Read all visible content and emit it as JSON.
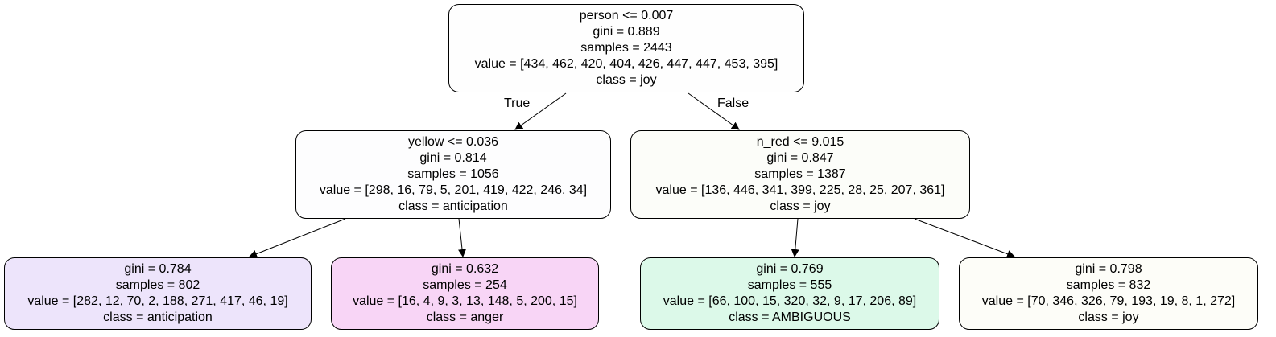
{
  "tree": {
    "root": {
      "split": "person <= 0.007",
      "gini": "gini = 0.889",
      "samples": "samples = 2443",
      "value": "value = [434, 462, 420, 404, 426, 447, 447, 453, 395]",
      "class": "class = joy",
      "fill": "#fefefe"
    },
    "left": {
      "split": "yellow <= 0.036",
      "gini": "gini = 0.814",
      "samples": "samples = 1056",
      "value": "value = [298, 16, 79, 5, 201, 419, 422, 246, 34]",
      "class": "class = anticipation",
      "fill": "#fdfdfe"
    },
    "right": {
      "split": "n_red <= 9.015",
      "gini": "gini = 0.847",
      "samples": "samples = 1387",
      "value": "value = [136, 446, 341, 399, 225, 28, 25, 207, 361]",
      "class": "class = joy",
      "fill": "#fcfdf9"
    },
    "left_left": {
      "gini": "gini = 0.784",
      "samples": "samples = 802",
      "value": "value = [282, 12, 70, 2, 188, 271, 417, 46, 19]",
      "class": "class = anticipation",
      "fill": "#ede4fb"
    },
    "left_right": {
      "gini": "gini = 0.632",
      "samples": "samples = 254",
      "value": "value = [16, 4, 9, 3, 13, 148, 5, 200, 15]",
      "class": "class = anger",
      "fill": "#f8d5f6"
    },
    "right_left": {
      "gini": "gini = 0.769",
      "samples": "samples = 555",
      "value": "value = [66, 100, 15, 320, 32, 9, 17, 206, 89]",
      "class": "class = AMBIGUOUS",
      "fill": "#dcf9e9"
    },
    "right_right": {
      "gini": "gini = 0.798",
      "samples": "samples = 832",
      "value": "value = [70, 346, 326, 79, 193, 19, 8, 1, 272]",
      "class": "class = joy",
      "fill": "#fdfdf8"
    }
  },
  "edges": {
    "true_label": "True",
    "false_label": "False"
  },
  "colors": {
    "border": "#000000",
    "edge": "#000000"
  }
}
